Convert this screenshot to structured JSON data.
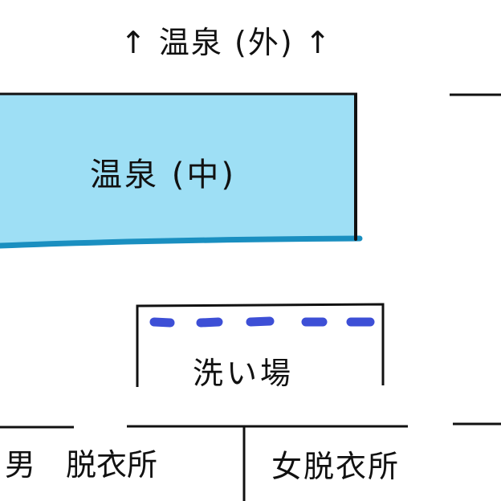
{
  "labels": {
    "outdoor_bath": "↑ 温泉 (外) ↑",
    "indoor_bath": "温泉 (中)",
    "wash_area": "洗い場",
    "men_changing_room": "男　脱衣所",
    "women_changing_room": "女脱衣所"
  },
  "colors": {
    "indoor_bath_fill": "#9edff5",
    "indoor_bath_edge": "#1a8fc0",
    "shower_dash": "#3d4fd6",
    "line": "#111111",
    "background": "#ffffff"
  }
}
